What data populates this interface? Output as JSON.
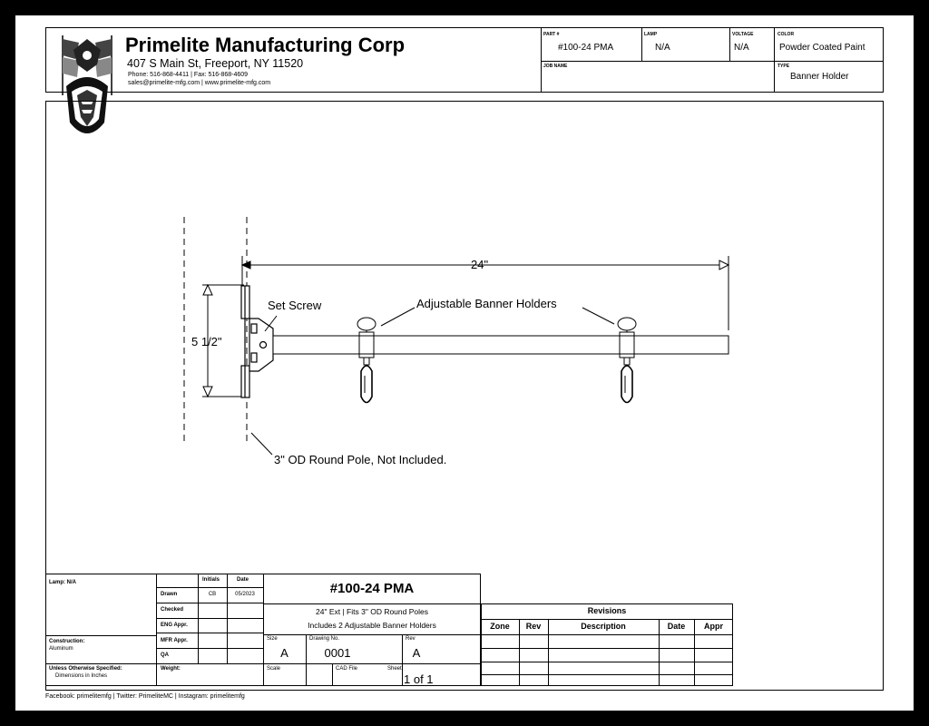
{
  "company": {
    "name": "Primelite Manufacturing Corp",
    "address": "407 S Main St, Freeport, NY 11520",
    "phone_line": "Phone: 516-868-4411 | Fax: 516-868-4609",
    "web_line": "sales@primelite-mfg.com | www.primelite-mfg.com"
  },
  "header_fields": {
    "part_label": "PART #",
    "part_value": "#100-24 PMA",
    "lamp_label": "LAMP",
    "lamp_value": "N/A",
    "voltage_label": "VOLTAGE",
    "voltage_value": "N/A",
    "color_label": "COLOR",
    "color_value": "Powder Coated Paint",
    "job_label": "JOB NAME",
    "job_value": "",
    "type_label": "TYPE",
    "type_value": "Banner Holder"
  },
  "drawing": {
    "dim_width": "24\"",
    "dim_height": "5 1/2\"",
    "label_set_screw": "Set Screw",
    "label_banner_holders": "Adjustable Banner Holders",
    "label_pole": "3\" OD Round Pole, Not Included."
  },
  "title_block": {
    "lamp": "Lamp: N/A",
    "construction_label": "Construction:",
    "construction_value": "Aluminum",
    "unless_label": "Unless Otherwise Specified:",
    "unless_value": "Dimensions in Inches",
    "initials_header": "Initials",
    "date_header": "Date",
    "rows": [
      {
        "label": "Drawn",
        "initials": "CB",
        "date": "05/2023"
      },
      {
        "label": "Checked",
        "initials": "",
        "date": ""
      },
      {
        "label": "ENG Appr.",
        "initials": "",
        "date": ""
      },
      {
        "label": "MFR Appr.",
        "initials": "",
        "date": ""
      },
      {
        "label": "QA",
        "initials": "",
        "date": ""
      }
    ],
    "weight_label": "Weight:",
    "part_title": "#100-24 PMA",
    "desc_line1": "24\" Ext | Fits 3\" OD Round Poles",
    "desc_line2": "Includes 2 Adjustable Banner Holders",
    "size_label": "Size",
    "size_value": "A",
    "drawing_no_label": "Drawing  No.",
    "drawing_no_value": "0001",
    "rev_label": "Rev",
    "rev_value": "A",
    "scale_label": "Scale",
    "cad_label": "CAD File",
    "sheet_label": "Sheet",
    "sheet_value": "1 of 1"
  },
  "revisions": {
    "title": "Revisions",
    "columns": [
      "Zone",
      "Rev",
      "Description",
      "Date",
      "Appr"
    ]
  },
  "footer": "Facebook: primelitemfg | Twitter: PrimeliteMC | Instagram: primelitemfg"
}
